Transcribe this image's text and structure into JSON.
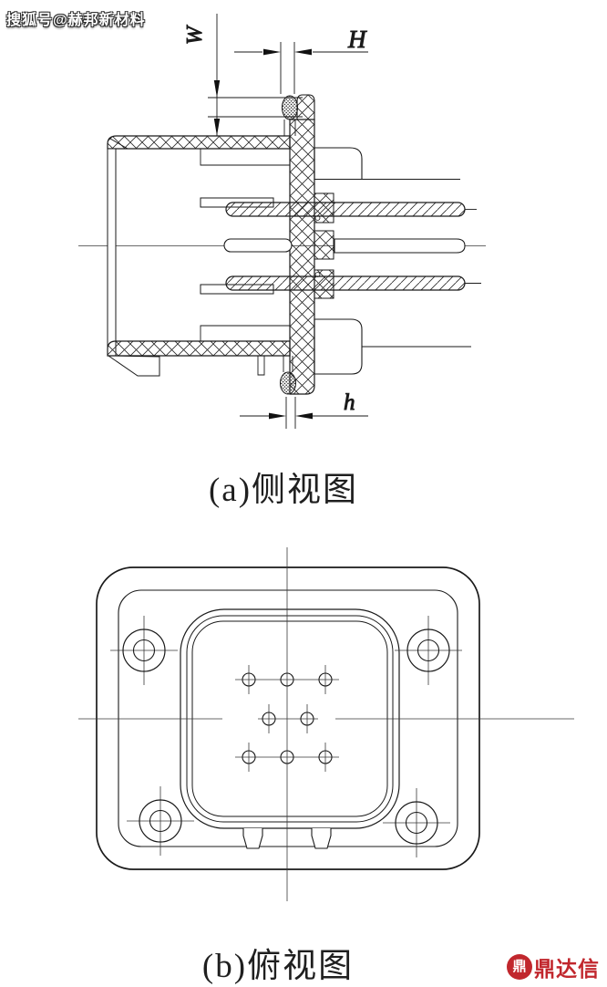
{
  "watermark": {
    "text": "搜狐号@赫邦新材料"
  },
  "side_view": {
    "caption": "(a)侧视图",
    "dim_w": "W",
    "dim_h_upper": "H",
    "dim_h_lower": "h"
  },
  "top_view": {
    "caption": "(b)俯视图"
  },
  "logo": {
    "icon_glyph": "鼎",
    "text": "鼎达信"
  },
  "colors": {
    "line": "#1a1a1a",
    "logo_red": "#c1272d",
    "background": "#ffffff"
  }
}
